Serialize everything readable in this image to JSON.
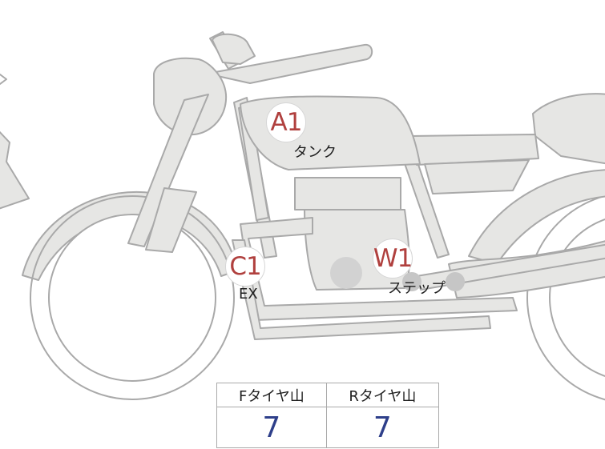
{
  "colors": {
    "body_fill": "#e6e6e4",
    "outline": "#a9a9a9",
    "marker_text": "#b0403e",
    "tire_value_text": "#2e3f8a"
  },
  "markers": [
    {
      "code": "A1",
      "label": "タンク"
    },
    {
      "code": "C1",
      "label": "EX"
    },
    {
      "code": "W1",
      "label": "ステップ"
    }
  ],
  "tire_table": {
    "front_header": "Fタイヤ山",
    "rear_header": "Rタイヤ山",
    "front_value": "7",
    "rear_value": "7"
  }
}
